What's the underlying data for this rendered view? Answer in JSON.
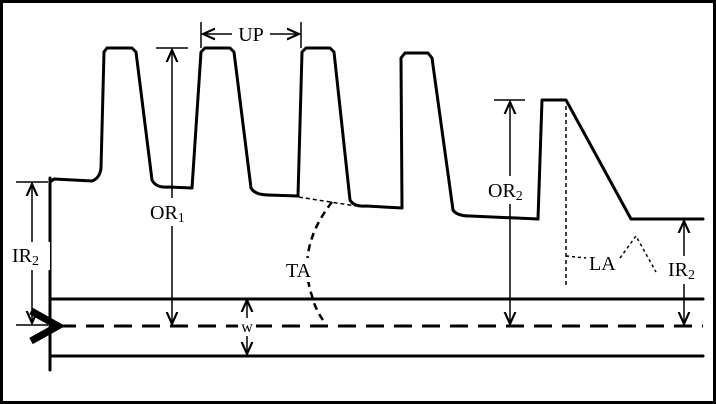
{
  "labels": {
    "up": "UP",
    "or1_main": "OR",
    "or1_sub": "1",
    "or2_main": "OR",
    "or2_sub": "2",
    "ir2_left_main": "IR",
    "ir2_left_sub": "2",
    "ir2_right_main": "IR",
    "ir2_right_sub": "2",
    "ta": "TA",
    "la": "LA",
    "w": "w"
  }
}
